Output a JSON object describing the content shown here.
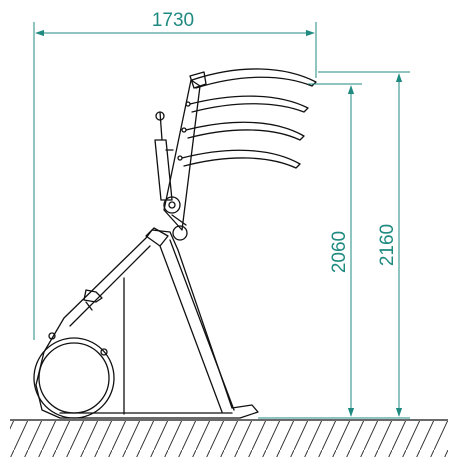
{
  "dimensions": {
    "width_label": "1730",
    "height_low_label": "2060",
    "height_high_label": "2160"
  },
  "colors": {
    "dimension": "#1f8a80",
    "outline": "#111111",
    "hatch": "#333333"
  }
}
